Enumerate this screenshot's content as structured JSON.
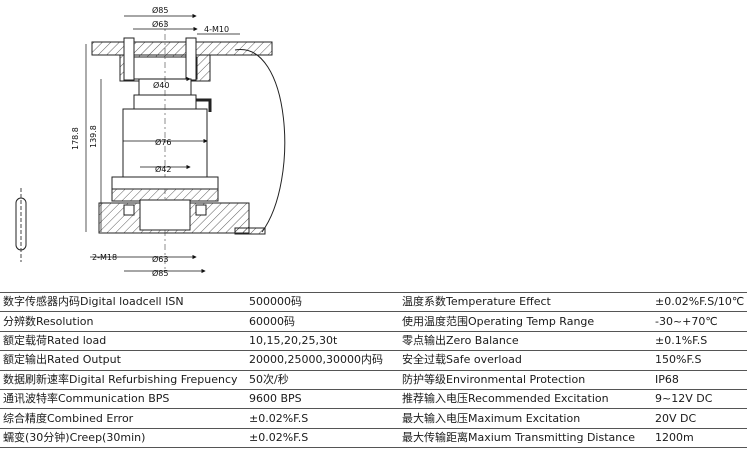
{
  "drawing": {
    "labels": {
      "top_outer_diameter": "Ø85",
      "top_bolt_circle": "Ø63",
      "top_thread": "4-M10",
      "shaft_diameter": "Ø40",
      "overall_height": "178.8",
      "body_height": "139.8",
      "body_diameter": "Ø76",
      "base_inner_diameter": "Ø42",
      "bottom_thread": "2-M18",
      "bottom_bolt_circle": "Ø63",
      "bottom_outer_diameter": "Ø85"
    }
  },
  "specs": {
    "rows": [
      {
        "label1": "数字传感器内码Digital loadcell ISN",
        "value1": "500000码",
        "label2": "温度系数Temperature Effect",
        "value2": "±0.02%F.S/10℃"
      },
      {
        "label1": "分辨数Resolution",
        "value1": "60000码",
        "label2": "使用温度范围Operating Temp Range",
        "value2": "-30~+70℃"
      },
      {
        "label1": "额定载荷Rated load",
        "value1": "10,15,20,25,30t",
        "label2": "零点输出Zero Balance",
        "value2": "±0.1%F.S"
      },
      {
        "label1": "额定输出Rated Output",
        "value1": "20000,25000,30000内码",
        "label2": "安全过载Safe overload",
        "value2": "150%F.S"
      },
      {
        "label1": "数据刷新速率Digital Refurbishing Frepuency",
        "value1": "50次/秒",
        "label2": "防护等级Environmental Protection",
        "value2": "IP68"
      },
      {
        "label1": "通讯波特率Communication BPS",
        "value1": "9600 BPS",
        "label2": "推荐输入电压Recommended Excitation",
        "value2": "9~12V DC"
      },
      {
        "label1": "综合精度Combined Error",
        "value1": "±0.02%F.S",
        "label2": "最大输入电压Maximum Excitation",
        "value2": "20V DC"
      },
      {
        "label1": "蠕变(30分钟)Creep(30min)",
        "value1": "±0.02%F.S",
        "label2": "最大传输距离Maxium Transmitting Distance",
        "value2": "1200m"
      }
    ]
  }
}
